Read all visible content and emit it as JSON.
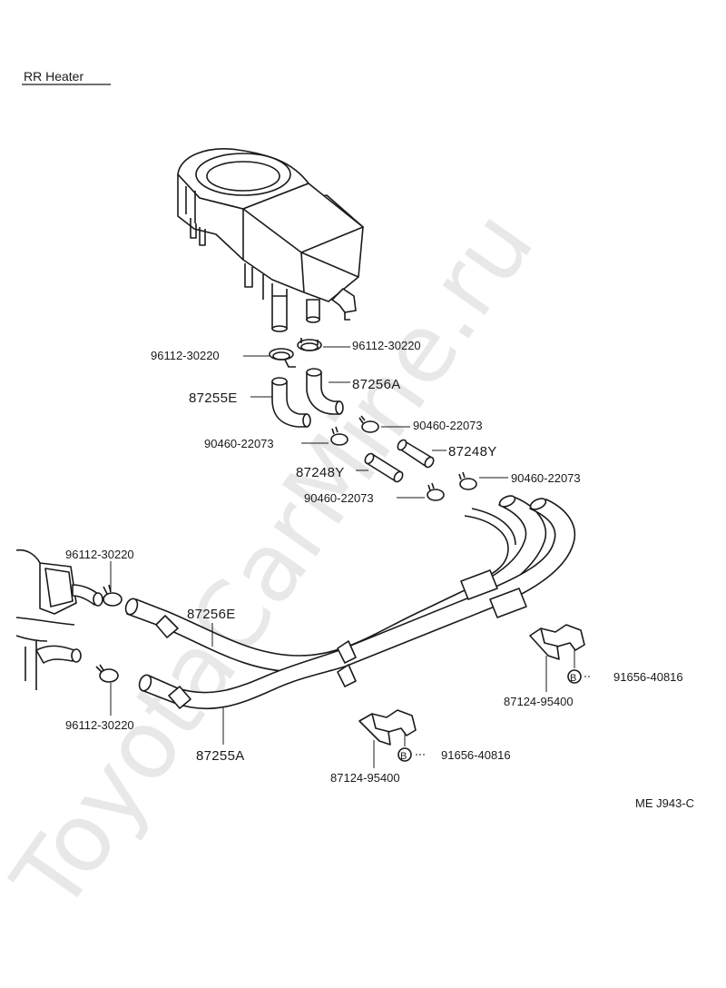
{
  "title": "RR Heater",
  "diagram_code": "ME J943-C",
  "watermark": "ToyotaCarMine.ru",
  "marker_b": "B",
  "labels": {
    "clamp_top_left": "96112-30220",
    "clamp_top_right": "96112-30220",
    "hose_87255E": "87255E",
    "hose_87256A": "87256A",
    "clip_1": "90460-22073",
    "clip_2": "90460-22073",
    "pipe_87248Y_right": "87248Y",
    "pipe_87248Y_left": "87248Y",
    "clip_3": "90460-22073",
    "clip_4": "90460-22073",
    "clamp_left_top": "96112-30220",
    "hose_87256E": "87256E",
    "clamp_left_bottom": "96112-30220",
    "hose_87255A": "87255A",
    "clamp_bracket_right": "87124-95400",
    "bolt_right": "91656-40816",
    "clamp_bracket_center": "87124-95400",
    "bolt_center": "91656-40816"
  }
}
